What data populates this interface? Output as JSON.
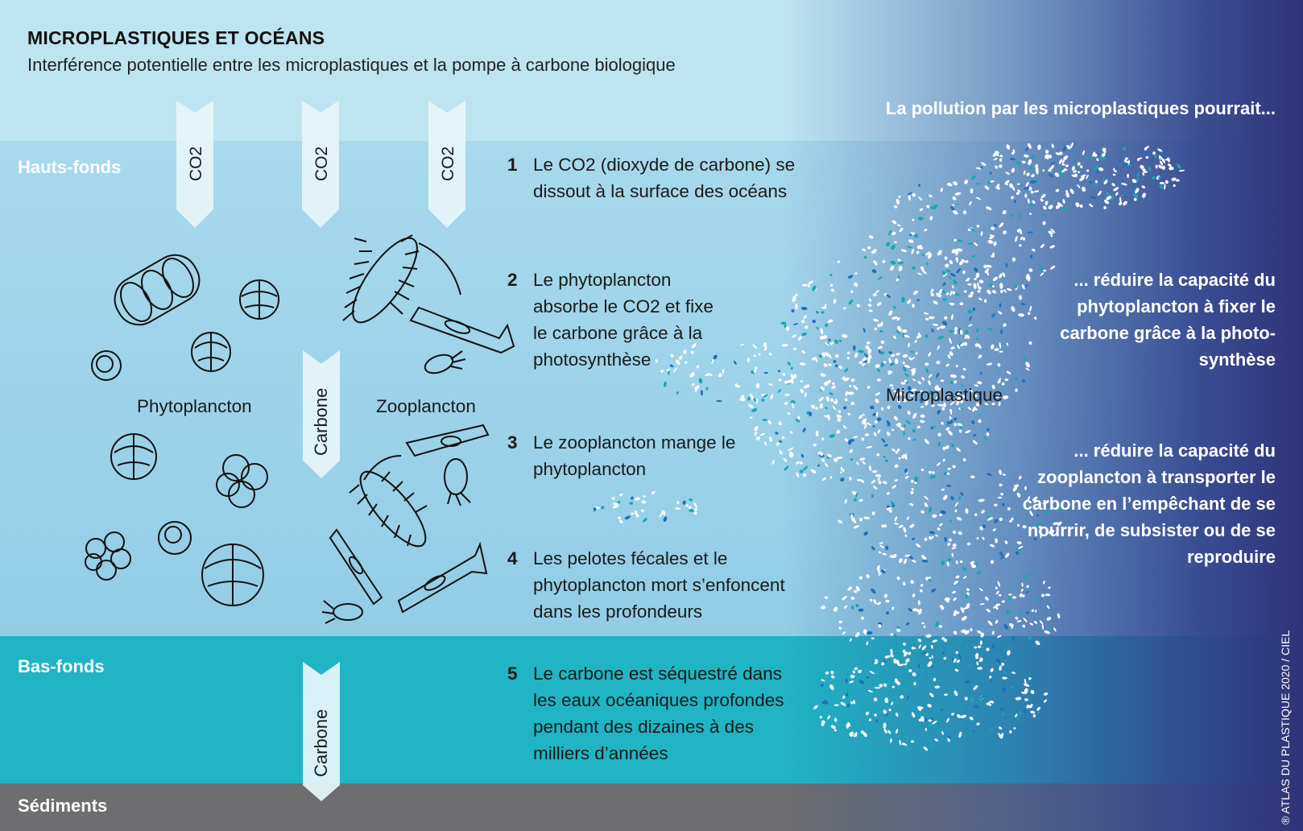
{
  "title": "MICROPLASTIQUES ET OCÉANS",
  "subtitle": "Interférence potentielle entre les microplastiques et la pompe à carbone biologique",
  "zones": {
    "shallow": "Hauts-fonds",
    "deep": "Bas-fonds",
    "sediment": "Sédiments"
  },
  "arrows": {
    "co2": "CO2",
    "carbon": "Carbone"
  },
  "labels": {
    "phyto": "Phytoplancton",
    "zoo": "Zooplancton",
    "micro": "Microplastique"
  },
  "steps": [
    {
      "num": "1",
      "text": "Le CO2 (dioxyde de carbone) se dissout à la surface des océans"
    },
    {
      "num": "2",
      "text": "Le phytoplancton absorbe le CO2 et fixe le carbone grâce à la photosynthèse"
    },
    {
      "num": "3",
      "text": "Le zooplancton mange le phytoplancton"
    },
    {
      "num": "4",
      "text": "Les pelotes fécales et le phytoplancton mort s’enfoncent dans les profondeurs"
    },
    {
      "num": "5",
      "text": "Le carbone est séquestré dans les eaux océaniques profondes pendant des dizaines à des milliers d’années"
    }
  ],
  "pollution": {
    "heading": "La pollution par les microplastiques pourrait...",
    "effect1": "... réduire la capacité du phytoplancton à fixer le carbone grâce à la photo- synthèse",
    "effect2": "... réduire la capacité du zooplancton à transporter le carbone en l’empêchant de se nourrir, de subsister ou de se reproduire"
  },
  "credit": "® ATLAS DU PLASTIQUE 2020 / CIEL",
  "colors": {
    "sky": "#bfe4f1",
    "shallow": "#a2d6eb",
    "deep": "#20b4c4",
    "sediment": "#6e6e70",
    "dark_blue": "#2e3478",
    "particle_teal": "#1aa6b0",
    "particle_blue": "#1f6fb8"
  }
}
